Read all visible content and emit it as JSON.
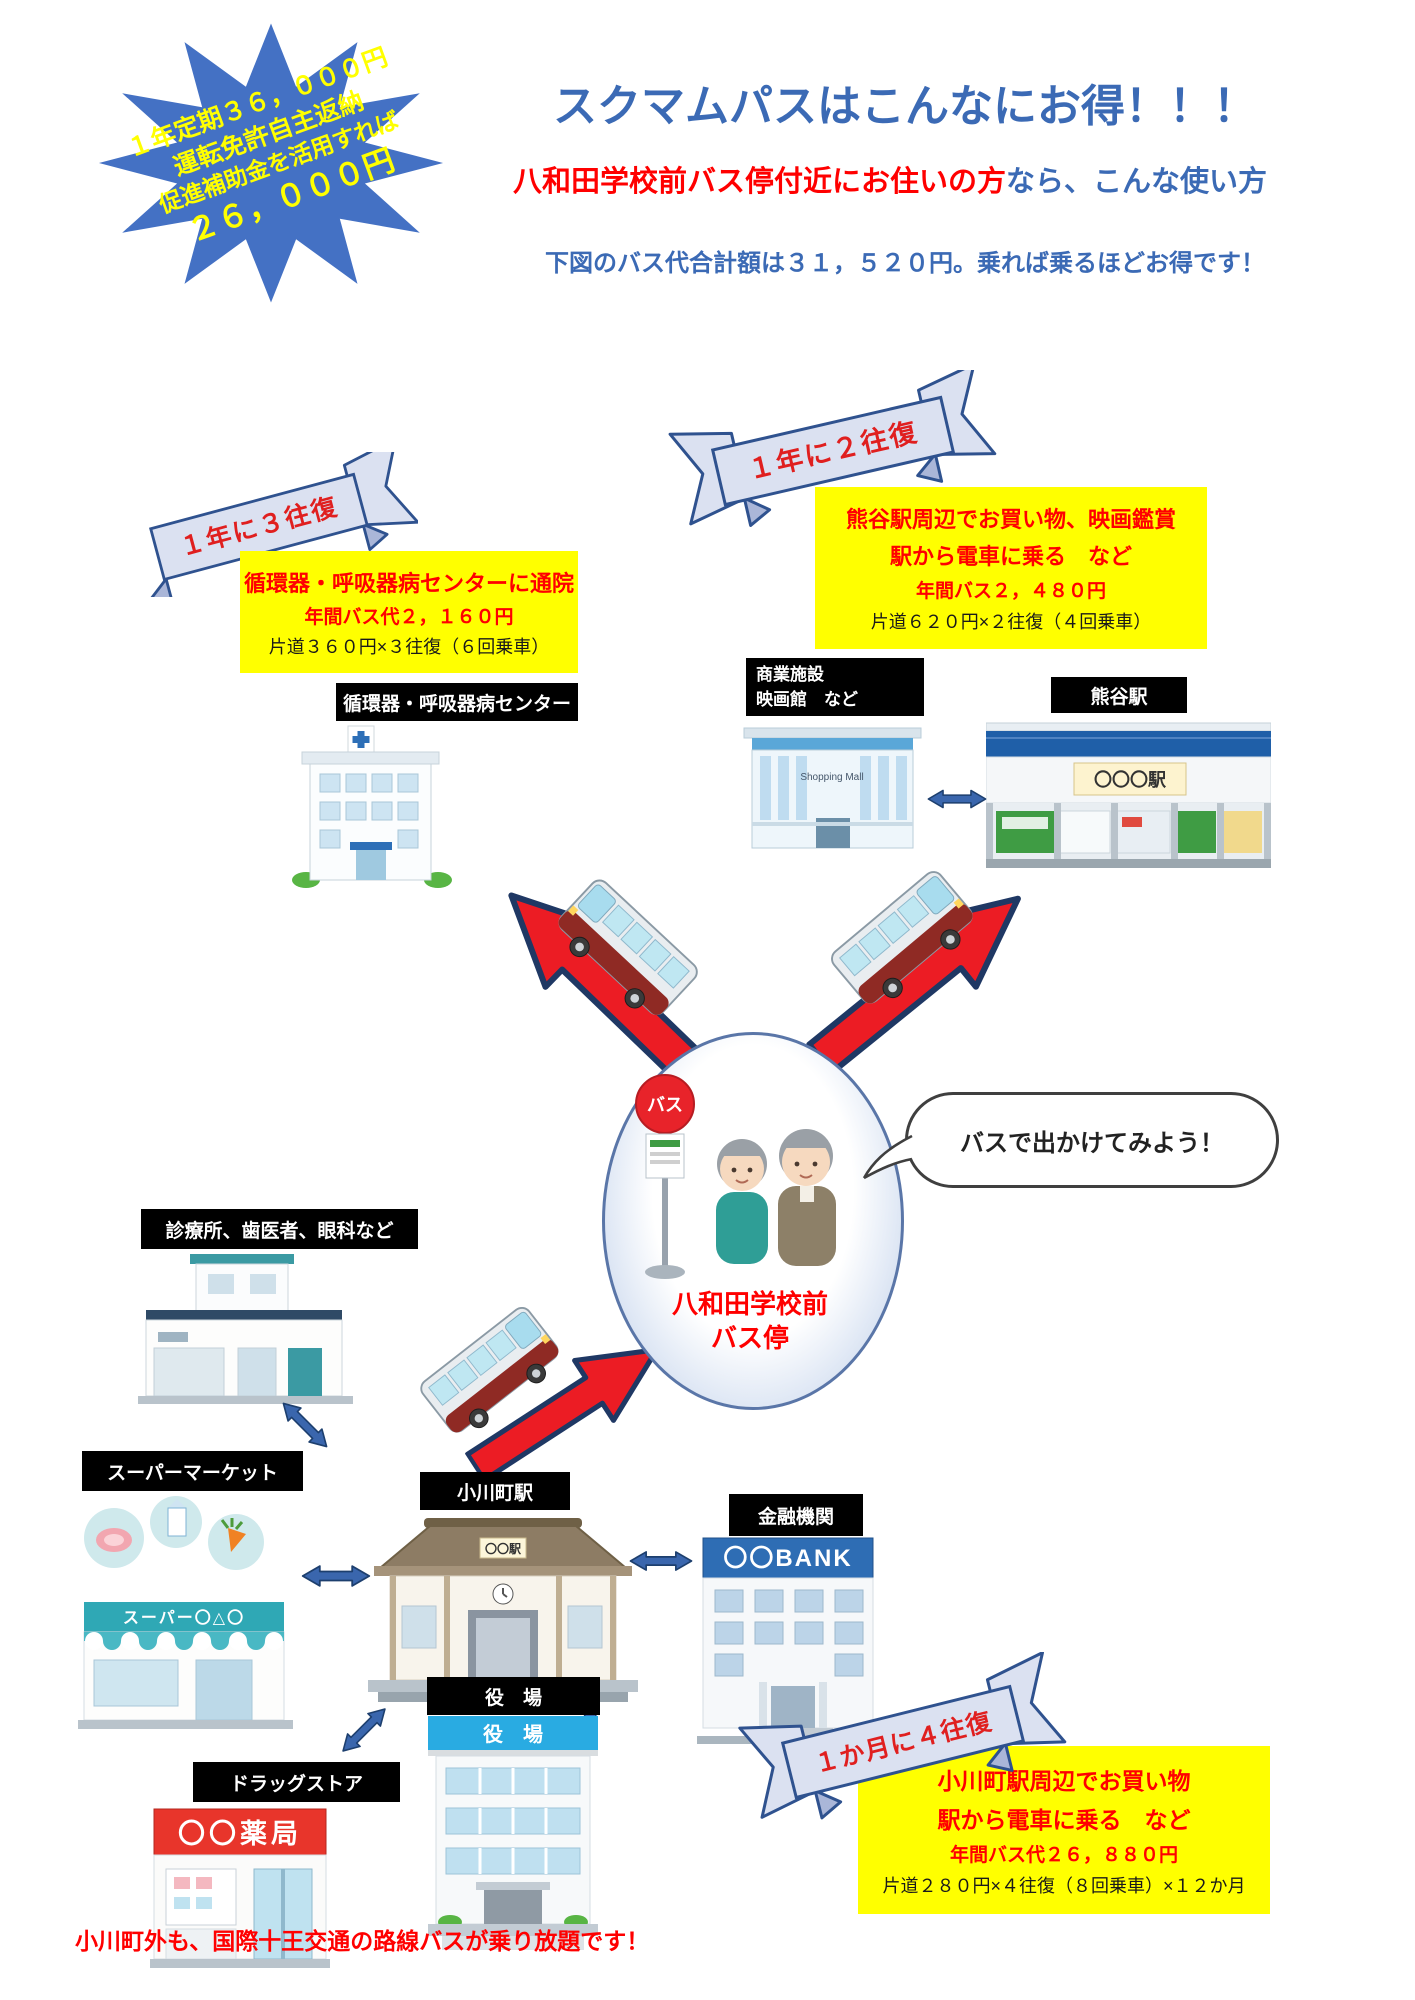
{
  "burst": {
    "line1": "１年定期３６，０００円",
    "line2": "運転免許自主返納",
    "line3": "促進補助金を活用すれば",
    "line4": "２６，０００円"
  },
  "header": {
    "title": "スクマムパスはこんなにお得！！！",
    "subtitle_red": "八和田学校前バス停付近にお住いの方",
    "subtitle_blue": "なら、こんな使い方",
    "summary": "下図のバス代合計額は３１，５２０円。乗れば乗るほどお得です！"
  },
  "usecase_hospital": {
    "banner": "１年に３往復",
    "line1": "循環器・呼吸器病センターに通院",
    "annual": "年間バス代２，１６０円",
    "detail": "片道３６０円×３往復（６回乗車）",
    "label": "循環器・呼吸器病センター"
  },
  "usecase_kumagaya": {
    "banner": "１年に２往復",
    "line1": "熊谷駅周辺でお買い物、映画鑑賞",
    "line2": "駅から電車に乗る　など",
    "annual": "年間バス２，４８０円",
    "detail": "片道６２０円×２往復（４回乗車）",
    "label_facility_1": "商業施設",
    "label_facility_2": "映画館　など",
    "label_station": "熊谷駅",
    "station_sign": "〇〇〇駅",
    "mall_sign": "Shopping Mall"
  },
  "usecase_ogawa": {
    "banner": "１か月に４往復",
    "line1": "小川町駅周辺でお買い物",
    "line2": "駅から電車に乗る　など",
    "annual": "年間バス代２６，８８０円",
    "detail": "片道２８０円×４往復（８回乗車）×１２か月"
  },
  "center": {
    "bubble": "バスで出かけてみよう！",
    "stop_line1": "八和田学校前",
    "stop_line2": "バス停",
    "sign": "バス"
  },
  "places": {
    "clinic_label": "診療所、歯医者、眼科など",
    "supermarket_label": "スーパーマーケット",
    "super_sign": "スーパー〇△〇",
    "ogawa_station_label": "小川町駅",
    "ogawa_sign": "〇〇駅",
    "bank_label": "金融機関",
    "bank_sign": "〇〇BANK",
    "drugstore_label": "ドラッグストア",
    "drug_sign": "〇〇薬局",
    "hall_label": "役　場",
    "hall_band": "役　場"
  },
  "footer": "小川町外も、国際十王交通の路線バスが乗り放題です！",
  "colors": {
    "accent_blue": "#3b6ab5",
    "highlight_yellow": "#ffff00",
    "ribbon": "#dbe1f1",
    "arrow_red": "#ec1c24",
    "hall_blue": "#29abe2",
    "bank_blue": "#2e6db4"
  }
}
